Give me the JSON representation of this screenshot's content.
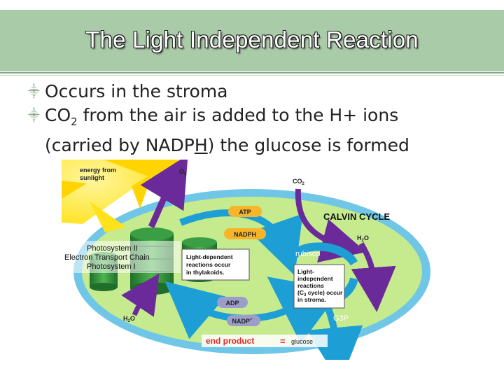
{
  "slide": {
    "title": "The Light Independent Reaction",
    "bullets": [
      {
        "text": "Occurs in the stroma"
      },
      {
        "pre": "CO",
        "sub": "2",
        "post": " from the air is added to the H+ ions",
        "line2_pre": "(carried by NADP",
        "line2_u": "H",
        "line2_post": ") the glucose is formed"
      }
    ]
  },
  "diagram": {
    "labels": {
      "energy_line1": "energy from",
      "energy_line2": "sunlight",
      "o2": "O",
      "o2_sub": "2",
      "co2": "CO",
      "co2_sub": "2",
      "atp": "ATP",
      "nadph": "NADPH",
      "calvin": "CALVIN CYCLE",
      "h2o_right": "H",
      "h2o_right_sub": "2",
      "h2o_right_post": "O",
      "ps2": "Photosystem II",
      "etc": "Electron Transport Chain",
      "ps1": "Photosystem I",
      "ld_line1": "Light-dependent",
      "ld_line2": "reactions occur",
      "ld_line3": "in thylakoids.",
      "rubisco": "rubisco",
      "li_line1": "Light-",
      "li_line2": "independent",
      "li_line3": "reactions",
      "li_line4_pre": "(C",
      "li_line4_sub": "3",
      "li_line4_post": " cycle) occur",
      "li_line5": "in stroma.",
      "adp": "ADP",
      "nadp": "NADP",
      "nadp_sup": "+",
      "h2o_left": "H",
      "h2o_left_sub": "2",
      "h2o_left_post": "O",
      "g3p": "G3P",
      "end_product": "end product",
      "equals": "=",
      "glucose": "glucose"
    },
    "colors": {
      "membrane": "#6fc6e6",
      "stroma": "#c6ea8e",
      "thylakoid": "#2f8f3a",
      "arrow_blue": "#1d9fd6",
      "arrow_purple": "#6a2a9a",
      "sun": "#ffe21a",
      "pill": "#f7b52a",
      "pill_gray": "#9d9dc9",
      "end_product": "#e0262a"
    }
  }
}
